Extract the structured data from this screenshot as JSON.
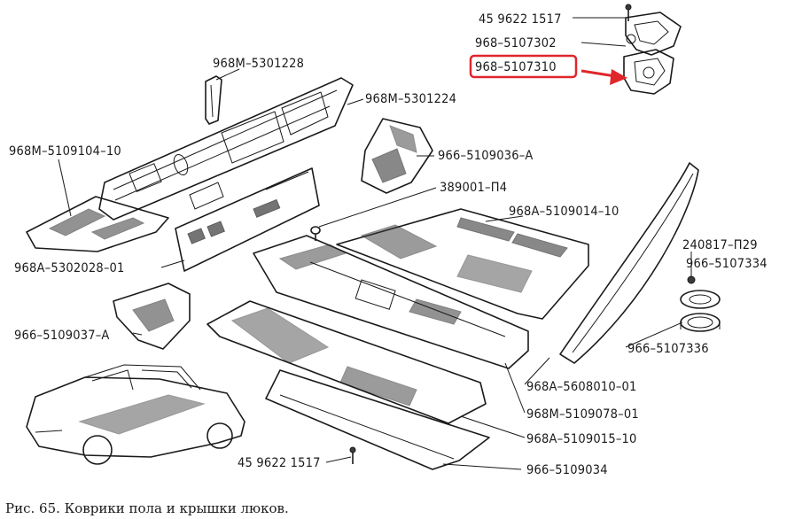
{
  "caption": "Рис. 65. Коврики пола и крышки люков.",
  "labels": [
    {
      "id": "l1",
      "text": "45 9622 1517"
    },
    {
      "id": "l2",
      "text": "968–5107302"
    },
    {
      "id": "l3",
      "text": "968–5107310"
    },
    {
      "id": "l4",
      "text": "968М–5301228"
    },
    {
      "id": "l5",
      "text": "968М–5301224"
    },
    {
      "id": "l6",
      "text": "968М–5109104–10"
    },
    {
      "id": "l7",
      "text": "966–5109036–А"
    },
    {
      "id": "l8",
      "text": "389001–П4"
    },
    {
      "id": "l9",
      "text": "968А–5109014–10"
    },
    {
      "id": "l10",
      "text": "968А–5302028–01"
    },
    {
      "id": "l11",
      "text": "240817–П29"
    },
    {
      "id": "l12",
      "text": "966–5107334"
    },
    {
      "id": "l13",
      "text": "966–5109037–А"
    },
    {
      "id": "l14",
      "text": "966–5107336"
    },
    {
      "id": "l15",
      "text": "968А–5608010–01"
    },
    {
      "id": "l16",
      "text": "968М–5109078–01"
    },
    {
      "id": "l17",
      "text": "968А–5109015–10"
    },
    {
      "id": "l18",
      "text": "45 9622 1517"
    },
    {
      "id": "l19",
      "text": "966–5109034"
    }
  ],
  "highlight": {
    "label_id": "l3",
    "color": "#e0262b"
  }
}
